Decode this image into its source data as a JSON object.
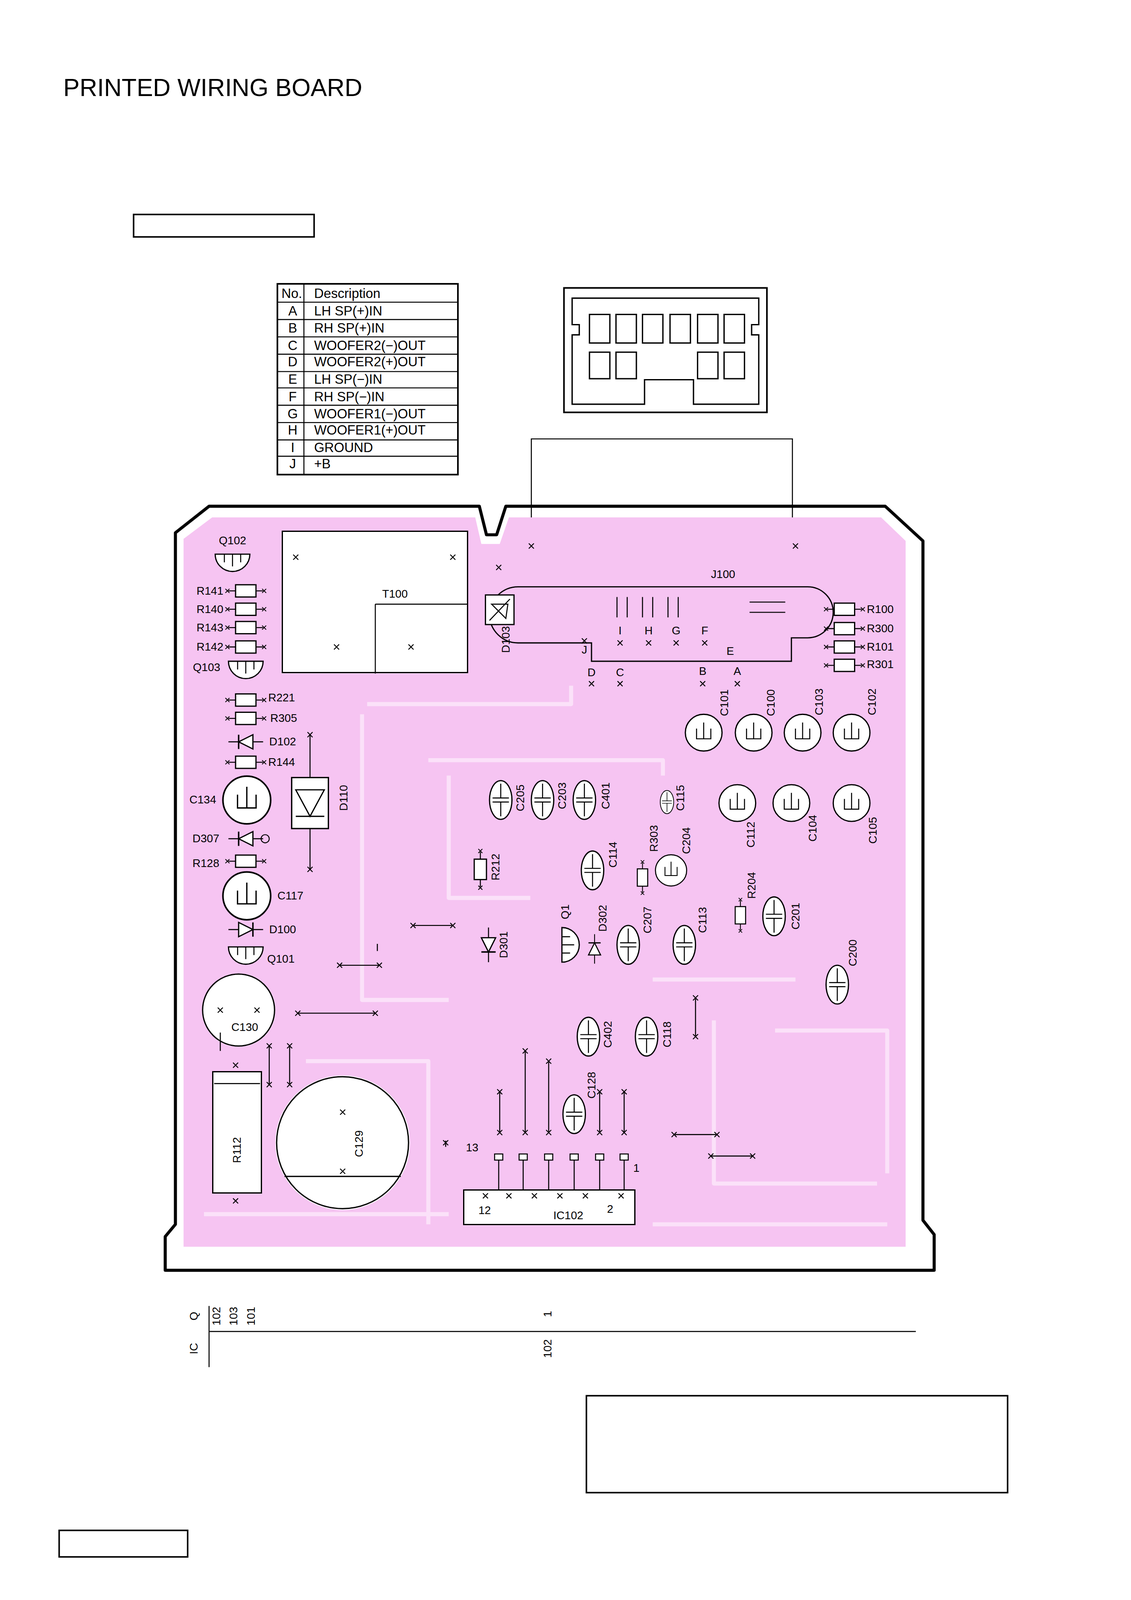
{
  "diagram": {
    "title": "PRINTED WIRING BOARD",
    "nodes": [
      {
        "text": [
          "T100"
        ]
      },
      {
        "text": [
          "C130"
        ]
      },
      {
        "text": [
          "C129"
        ]
      },
      {
        "text": [
          "R112"
        ]
      },
      {
        "text": [
          "12",
          "IC102",
          "2"
        ]
      }
    ],
    "labels": [
      "No.",
      "Description",
      "A",
      "LH SP(+)IN",
      "B",
      "RH SP(+)IN",
      "C",
      "WOOFER2(−)OUT",
      "D",
      "WOOFER2(+)OUT",
      "E",
      "LH SP(−)IN",
      "F",
      "RH SP(−)IN",
      "G",
      "WOOFER1(−)OUT",
      "H",
      "WOOFER1(+)OUT",
      "I",
      "GROUND",
      "J",
      "+B",
      "Q102",
      "R141",
      "R140",
      "R143",
      "R142",
      "Q103",
      "R221",
      "R305",
      "D102",
      "R144",
      "C134",
      "D110",
      "D307",
      "R128",
      "C117",
      "D100",
      "Q101",
      "D103",
      "J100",
      "J",
      "I",
      "H",
      "G",
      "F",
      "E",
      "D",
      "C",
      "B",
      "A",
      "R100",
      "R300",
      "R101",
      "R301",
      "C101",
      "C100",
      "C103",
      "C102",
      "C205",
      "C203",
      "C401",
      "C115",
      "C112",
      "C104",
      "C105",
      "R212",
      "C114",
      "R303",
      "C204",
      "R204",
      "C201",
      "C200",
      "D301",
      "Q1",
      "D302",
      "C207",
      "C113",
      "C402",
      "C118",
      "C128",
      "13",
      "1",
      "Q",
      "102",
      "103",
      "101",
      "1",
      "IC",
      "102"
    ]
  }
}
